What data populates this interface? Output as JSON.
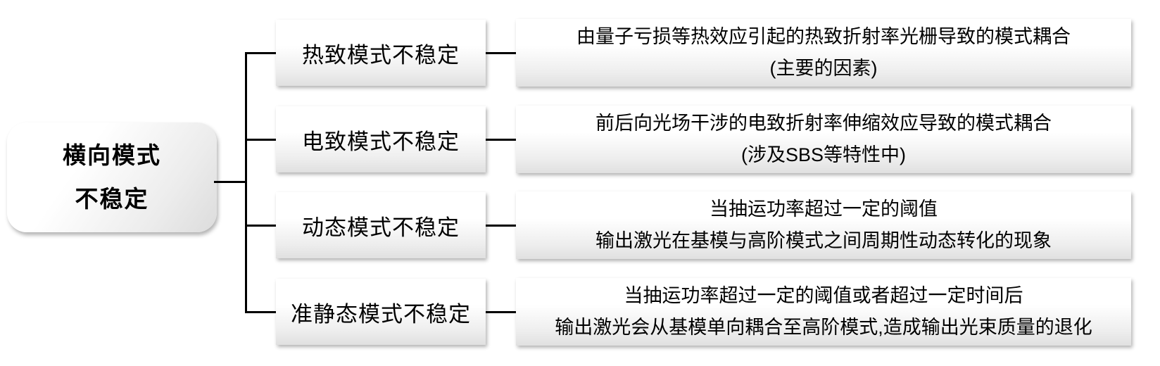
{
  "root": {
    "lines": [
      "横向模式",
      "不稳定"
    ]
  },
  "branches": [
    {
      "label": "热致模式不稳定",
      "desc_lines": [
        "由量子亏损等热效应引起的热致折射率光栅导致的模式耦合",
        "(主要的因素)"
      ]
    },
    {
      "label": "电致模式不稳定",
      "desc_lines": [
        "前后向光场干涉的电致折射率伸缩效应导致的模式耦合",
        "(涉及SBS等特性中)"
      ]
    },
    {
      "label": "动态模式不稳定",
      "desc_lines": [
        "当抽运功率超过一定的阈值",
        "输出激光在基模与高阶模式之间周期性动态转化的现象"
      ]
    },
    {
      "label": "准静态模式不稳定",
      "desc_lines": [
        "当抽运功率超过一定的阈值或者超过一定时间后",
        "输出激光会从基模单向耦合至高阶模式,造成输出光束质量的退化"
      ]
    }
  ],
  "colors": {
    "background": "#ffffff",
    "connector_line": "#000000",
    "text": "#000000",
    "box_gradient_top": "#ffffff",
    "box_gradient_bottom": "#e0e0e0"
  }
}
